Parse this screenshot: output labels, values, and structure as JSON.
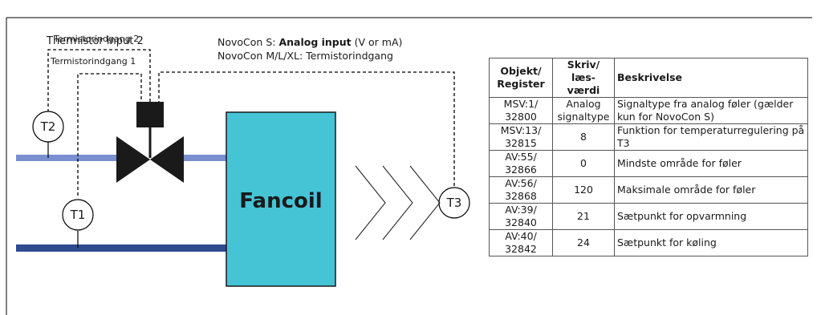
{
  "diagram": {
    "labels": {
      "thermistor_input_2": "Thermistor input 2",
      "termistorindgang_2": "Termistorindgang 2",
      "termistorindgang_1": "Termistorindgang 1",
      "novocon_s_prefix": "NovoCon S: ",
      "novocon_s_bold": "Analog input",
      "novocon_s_suffix": "(V or mA)",
      "novocon_mlxl": "NovoCon M/L/XL: Termistorindgang",
      "fancoil": "Fancoil",
      "sensor_t1": "T1",
      "sensor_t2": "T2",
      "sensor_t3": "T3"
    },
    "colors": {
      "supply_pipe": "#7a8fd0",
      "return_pipe": "#2f4a8e",
      "fancoil_fill": "#45c4d6",
      "valve": "#1a1a1a"
    }
  },
  "table": {
    "headers": [
      "Objekt/ Register",
      "Skriv/ læs-værdi",
      "Beskrivelse"
    ],
    "rows": [
      {
        "register_a": "MSV:1/",
        "register_b": "32800",
        "value": "Analog signaltype",
        "description": "Signaltype fra analog føler (gælder kun for NovoCon S)"
      },
      {
        "register_a": "MSV:13/",
        "register_b": "32815",
        "value": "8",
        "description": "Funktion for temperaturregulering på T3"
      },
      {
        "register_a": "AV:55/",
        "register_b": "32866",
        "value": "0",
        "description": "Mindste område for føler"
      },
      {
        "register_a": "AV:56/",
        "register_b": "32868",
        "value": "120",
        "description": "Maksimale område for føler"
      },
      {
        "register_a": "AV:39/",
        "register_b": "32840",
        "value": "21",
        "description": "Sætpunkt for opvarmning"
      },
      {
        "register_a": "AV:40/",
        "register_b": "32842",
        "value": "24",
        "description": "Sætpunkt for køling"
      }
    ]
  }
}
